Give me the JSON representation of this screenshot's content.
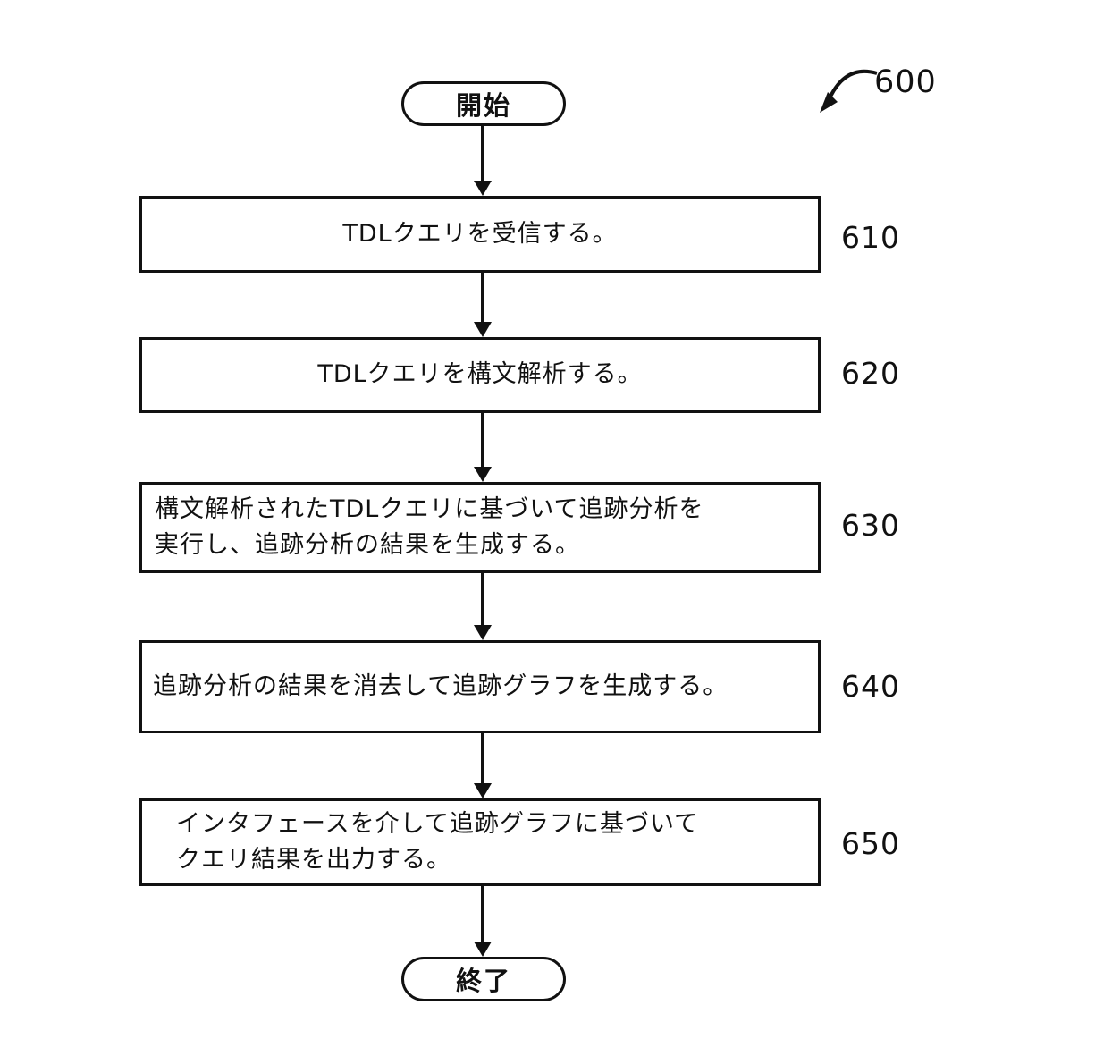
{
  "figure": {
    "ref_label": "600",
    "terminals": {
      "start": "開始",
      "end": "終了"
    },
    "steps": [
      {
        "id": "610",
        "align": "center",
        "lines": [
          "TDLクエリを受信する。"
        ]
      },
      {
        "id": "620",
        "align": "center",
        "lines": [
          "TDLクエリを構文解析する。"
        ]
      },
      {
        "id": "630",
        "align": "left",
        "lines": [
          "構文解析されたTDLクエリに基づいて追跡分析を",
          "実行し、追跡分析の結果を生成する。"
        ]
      },
      {
        "id": "640",
        "align": "left",
        "lines": [
          "追跡分析の結果を消去して追跡グラフを生成する。"
        ]
      },
      {
        "id": "650",
        "align": "left",
        "lines": [
          "インタフェースを介して追跡グラフに基づいて",
          "クエリ結果を出力する。"
        ]
      }
    ],
    "colors": {
      "line": "#111111",
      "background": "#ffffff"
    }
  }
}
